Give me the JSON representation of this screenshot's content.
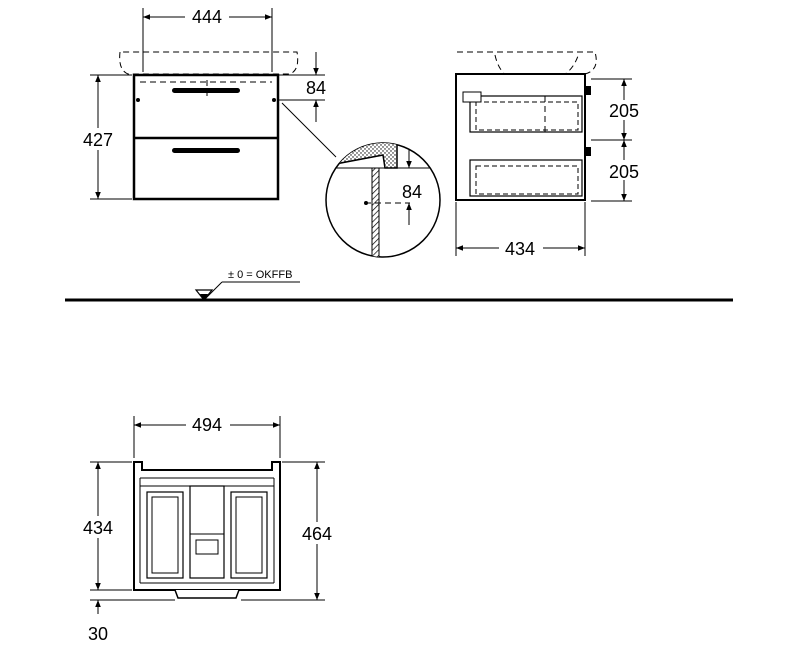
{
  "front_view": {
    "width": "444",
    "height": "427",
    "drawer_offset": "84"
  },
  "side_view": {
    "drawer_spacing_top": "205",
    "drawer_spacing_bottom": "205",
    "depth": "434"
  },
  "detail_view": {
    "offset": "84"
  },
  "floor": {
    "reference_label": "± 0 = OKFFB"
  },
  "top_view": {
    "width": "494",
    "depth_inner": "434",
    "depth_outer": "464",
    "front_offset": "30"
  }
}
